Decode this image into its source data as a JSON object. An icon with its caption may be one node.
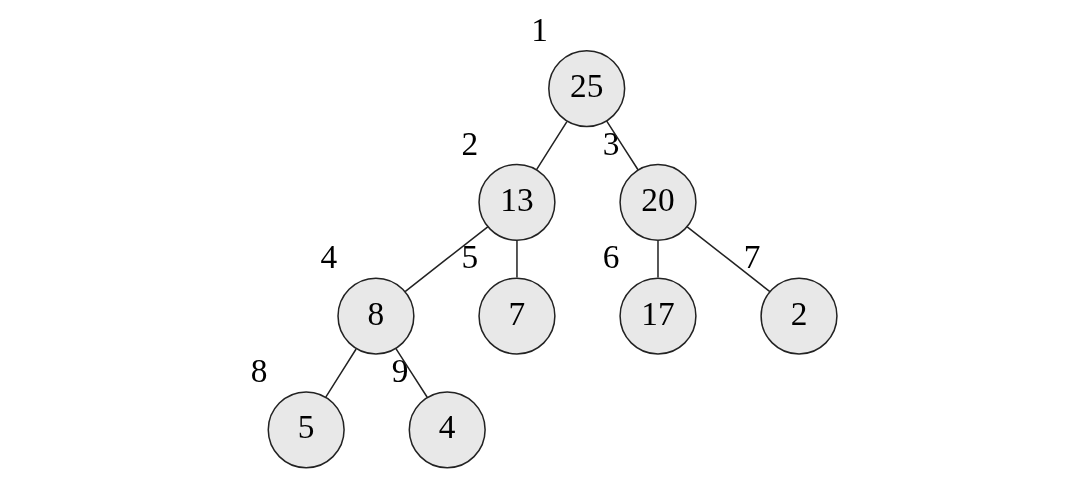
{
  "diagram": {
    "nodes": [
      {
        "text": [
          "25"
        ],
        "beside": [
          "1"
        ]
      },
      {
        "text": [
          "13"
        ],
        "beside": [
          "2"
        ]
      },
      {
        "text": [
          "20"
        ],
        "beside": [
          "3"
        ]
      },
      {
        "text": [
          "8"
        ],
        "beside": [
          "4"
        ]
      },
      {
        "text": [
          "7"
        ],
        "beside": [
          "5"
        ]
      },
      {
        "text": [
          "17"
        ],
        "beside": [
          "6"
        ]
      },
      {
        "text": [
          "2"
        ],
        "beside": [
          "7"
        ]
      },
      {
        "text": [
          "5"
        ],
        "beside": [
          "8"
        ]
      },
      {
        "text": [
          "4"
        ],
        "beside": [
          "9"
        ]
      }
    ],
    "edges": [
      {
        "from": 0,
        "to": 1,
        "arrow": "none"
      },
      {
        "from": 0,
        "to": 2,
        "arrow": "none"
      },
      {
        "from": 1,
        "to": 3,
        "arrow": "none"
      },
      {
        "from": 1,
        "to": 4,
        "arrow": "none"
      },
      {
        "from": 2,
        "to": 5,
        "arrow": "none"
      },
      {
        "from": 2,
        "to": 6,
        "arrow": "none"
      },
      {
        "from": 3,
        "to": 7,
        "arrow": "none"
      },
      {
        "from": 3,
        "to": 8,
        "arrow": "none"
      }
    ]
  }
}
